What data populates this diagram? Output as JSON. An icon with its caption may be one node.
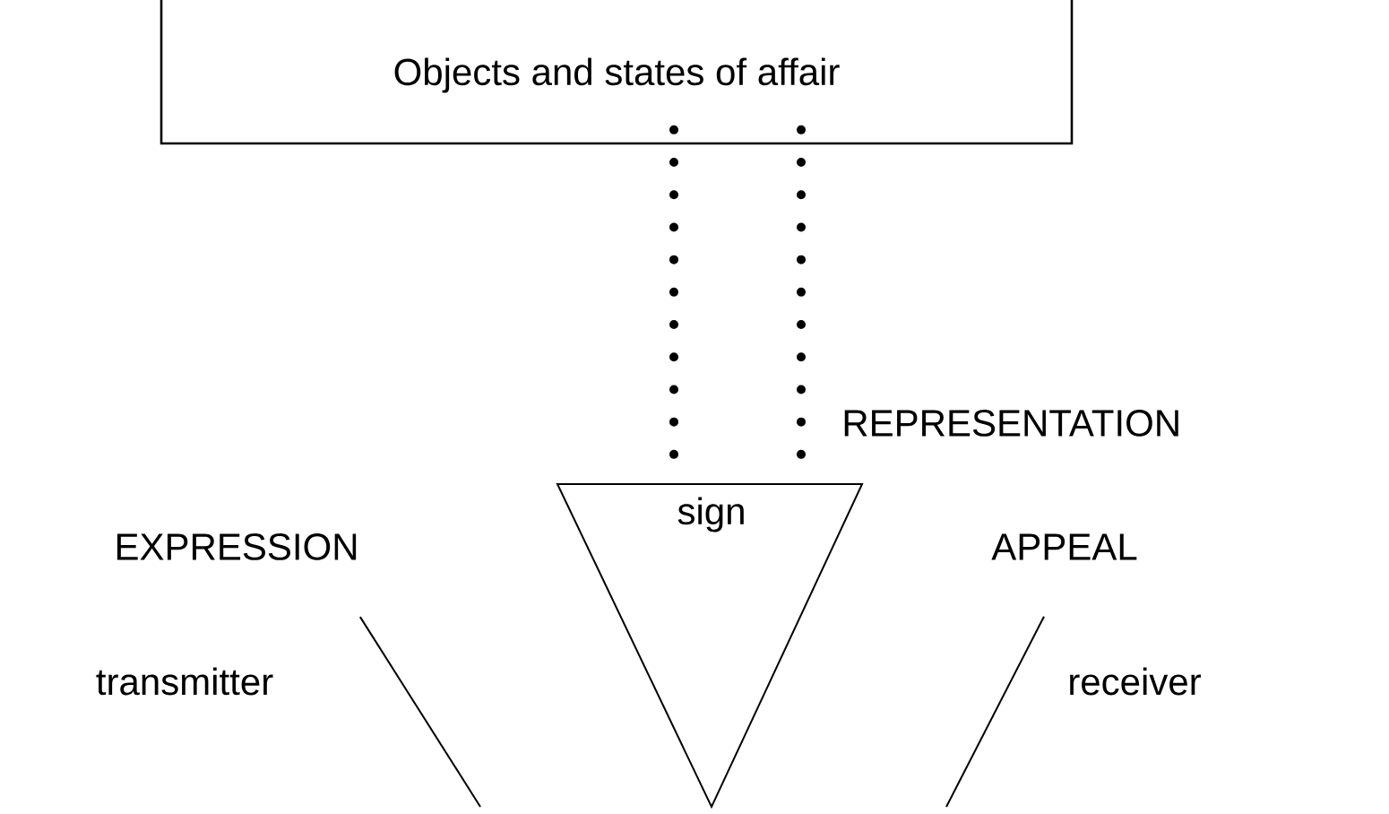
{
  "diagram": {
    "nodes": [
      {
        "text": [
          "Objects and states of affair"
        ]
      },
      {
        "text": [
          "sign"
        ]
      },
      {
        "text": [
          "EXPRESSION"
        ],
        "beside": [
          "transmitter"
        ]
      },
      {
        "text": [
          "APPEAL"
        ],
        "beside": [
          "receiver"
        ]
      }
    ],
    "edges": [
      {
        "from": 0,
        "to": 1,
        "arrow": "none",
        "style": "dashed"
      },
      {
        "from": 0,
        "to": 1,
        "arrow": "none",
        "style": "dashed",
        "label": "REPRESENTATION"
      },
      {
        "from": 2,
        "to": null,
        "arrow": "none"
      },
      {
        "from": 3,
        "to": null,
        "arrow": "none"
      }
    ]
  }
}
